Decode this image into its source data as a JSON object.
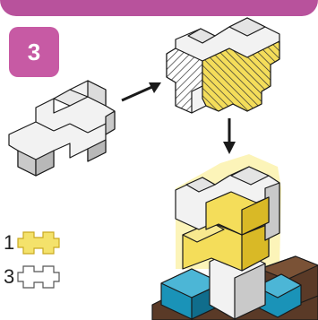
{
  "step": {
    "number": "3"
  },
  "parts": [
    {
      "qty": "1",
      "piece": "yellow-plus-brick-icon",
      "color": "#f4e26b"
    },
    {
      "qty": "3",
      "piece": "white-plus-brick-icon",
      "color": "#ffffff"
    }
  ],
  "colors": {
    "accent_purple": "#b8529c",
    "badge_pink": "#c75aa4",
    "brick_white": "#f2f2f2",
    "brick_white_shade": "#c9c9c9",
    "brick_yellow": "#f4dd5a",
    "brick_yellow_shade": "#d9b926",
    "brick_teal": "#1a93b8",
    "brick_teal_shade": "#106d8c",
    "brick_brown": "#5a3a27",
    "outline": "#1a1a1a",
    "glow": "#fbf1a8"
  }
}
